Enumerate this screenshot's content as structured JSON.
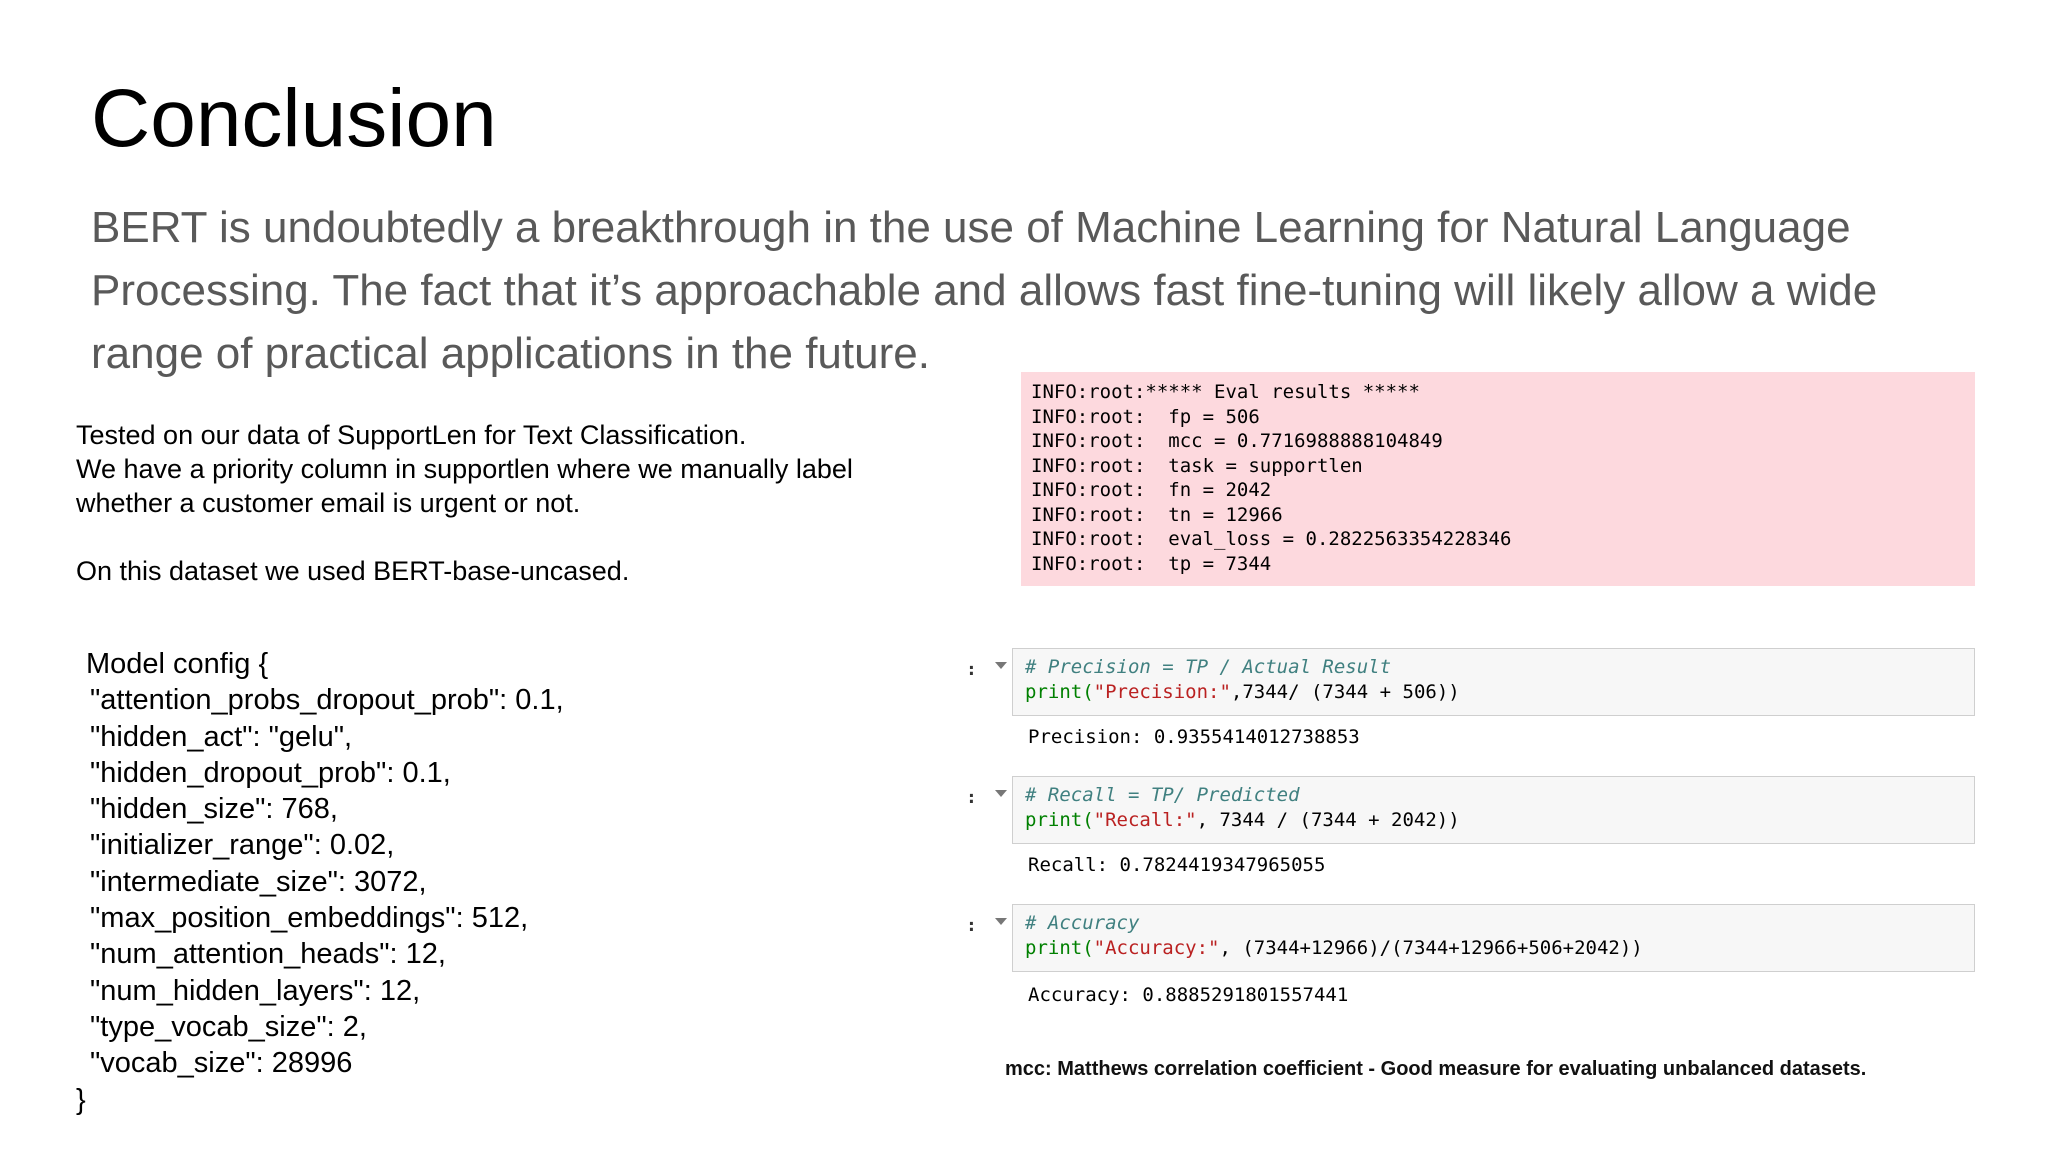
{
  "title": "Conclusion",
  "lead": [
    "BERT is undoubtedly a breakthrough in the use of Machine Learning for Natural Language",
    "Processing. The fact that it’s approachable and allows fast fine-tuning will likely allow a wide",
    "range of practical applications in the future."
  ],
  "desc": [
    "Tested on our data of SupportLen for Text Classification.",
    "We have a priority column in supportlen where we manually label",
    "whether a customer email is urgent or not.",
    "On this dataset we used BERT-base-uncased."
  ],
  "config": {
    "open": "Model config {",
    "entries": [
      "\"attention_probs_dropout_prob\": 0.1,",
      "\"hidden_act\": \"gelu\",",
      "\"hidden_dropout_prob\": 0.1,",
      "\"hidden_size\": 768,",
      "\"initializer_range\": 0.02,",
      "\"intermediate_size\": 3072,",
      "\"max_position_embeddings\": 512,",
      "\"num_attention_heads\": 12,",
      "\"num_hidden_layers\": 12,",
      "\"type_vocab_size\": 2,",
      "\"vocab_size\": 28996"
    ],
    "close": "}"
  },
  "eval_log": [
    "INFO:root:***** Eval results *****",
    "INFO:root:  fp = 506",
    "INFO:root:  mcc = 0.7716988888104849",
    "INFO:root:  task = supportlen",
    "INFO:root:  fn = 2042",
    "INFO:root:  tn = 12966",
    "INFO:root:  eval_loss = 0.2822563354228346",
    "INFO:root:  tp = 7344"
  ],
  "cells": {
    "prompt": ":",
    "precision": {
      "comment": "# Precision = TP / Actual Result",
      "fn": "print(",
      "str": "\"Precision:\"",
      "args": ",7344/ (7344 + 506))",
      "output": "Precision: 0.9355414012738853"
    },
    "recall": {
      "comment": "# Recall = TP/ Predicted",
      "fn": "print(",
      "str": "\"Recall:\"",
      "args": ", 7344 / (7344 + 2042))",
      "output": "Recall: 0.7824419347965055"
    },
    "accuracy": {
      "comment": "# Accuracy",
      "fn": "print(",
      "str": "\"Accuracy:\"",
      "args": ", (7344+12966)/(7344+12966+506+2042))",
      "output": "Accuracy: 0.8885291801557441"
    }
  },
  "footnote": "mcc: Matthews correlation coefficient - Good measure for evaluating unbalanced datasets.",
  "colors": {
    "log_background": "#fdd9de",
    "lead_text": "#595959",
    "code_comment": "#408080",
    "code_keyword": "#008000",
    "code_string": "#ba2121"
  }
}
